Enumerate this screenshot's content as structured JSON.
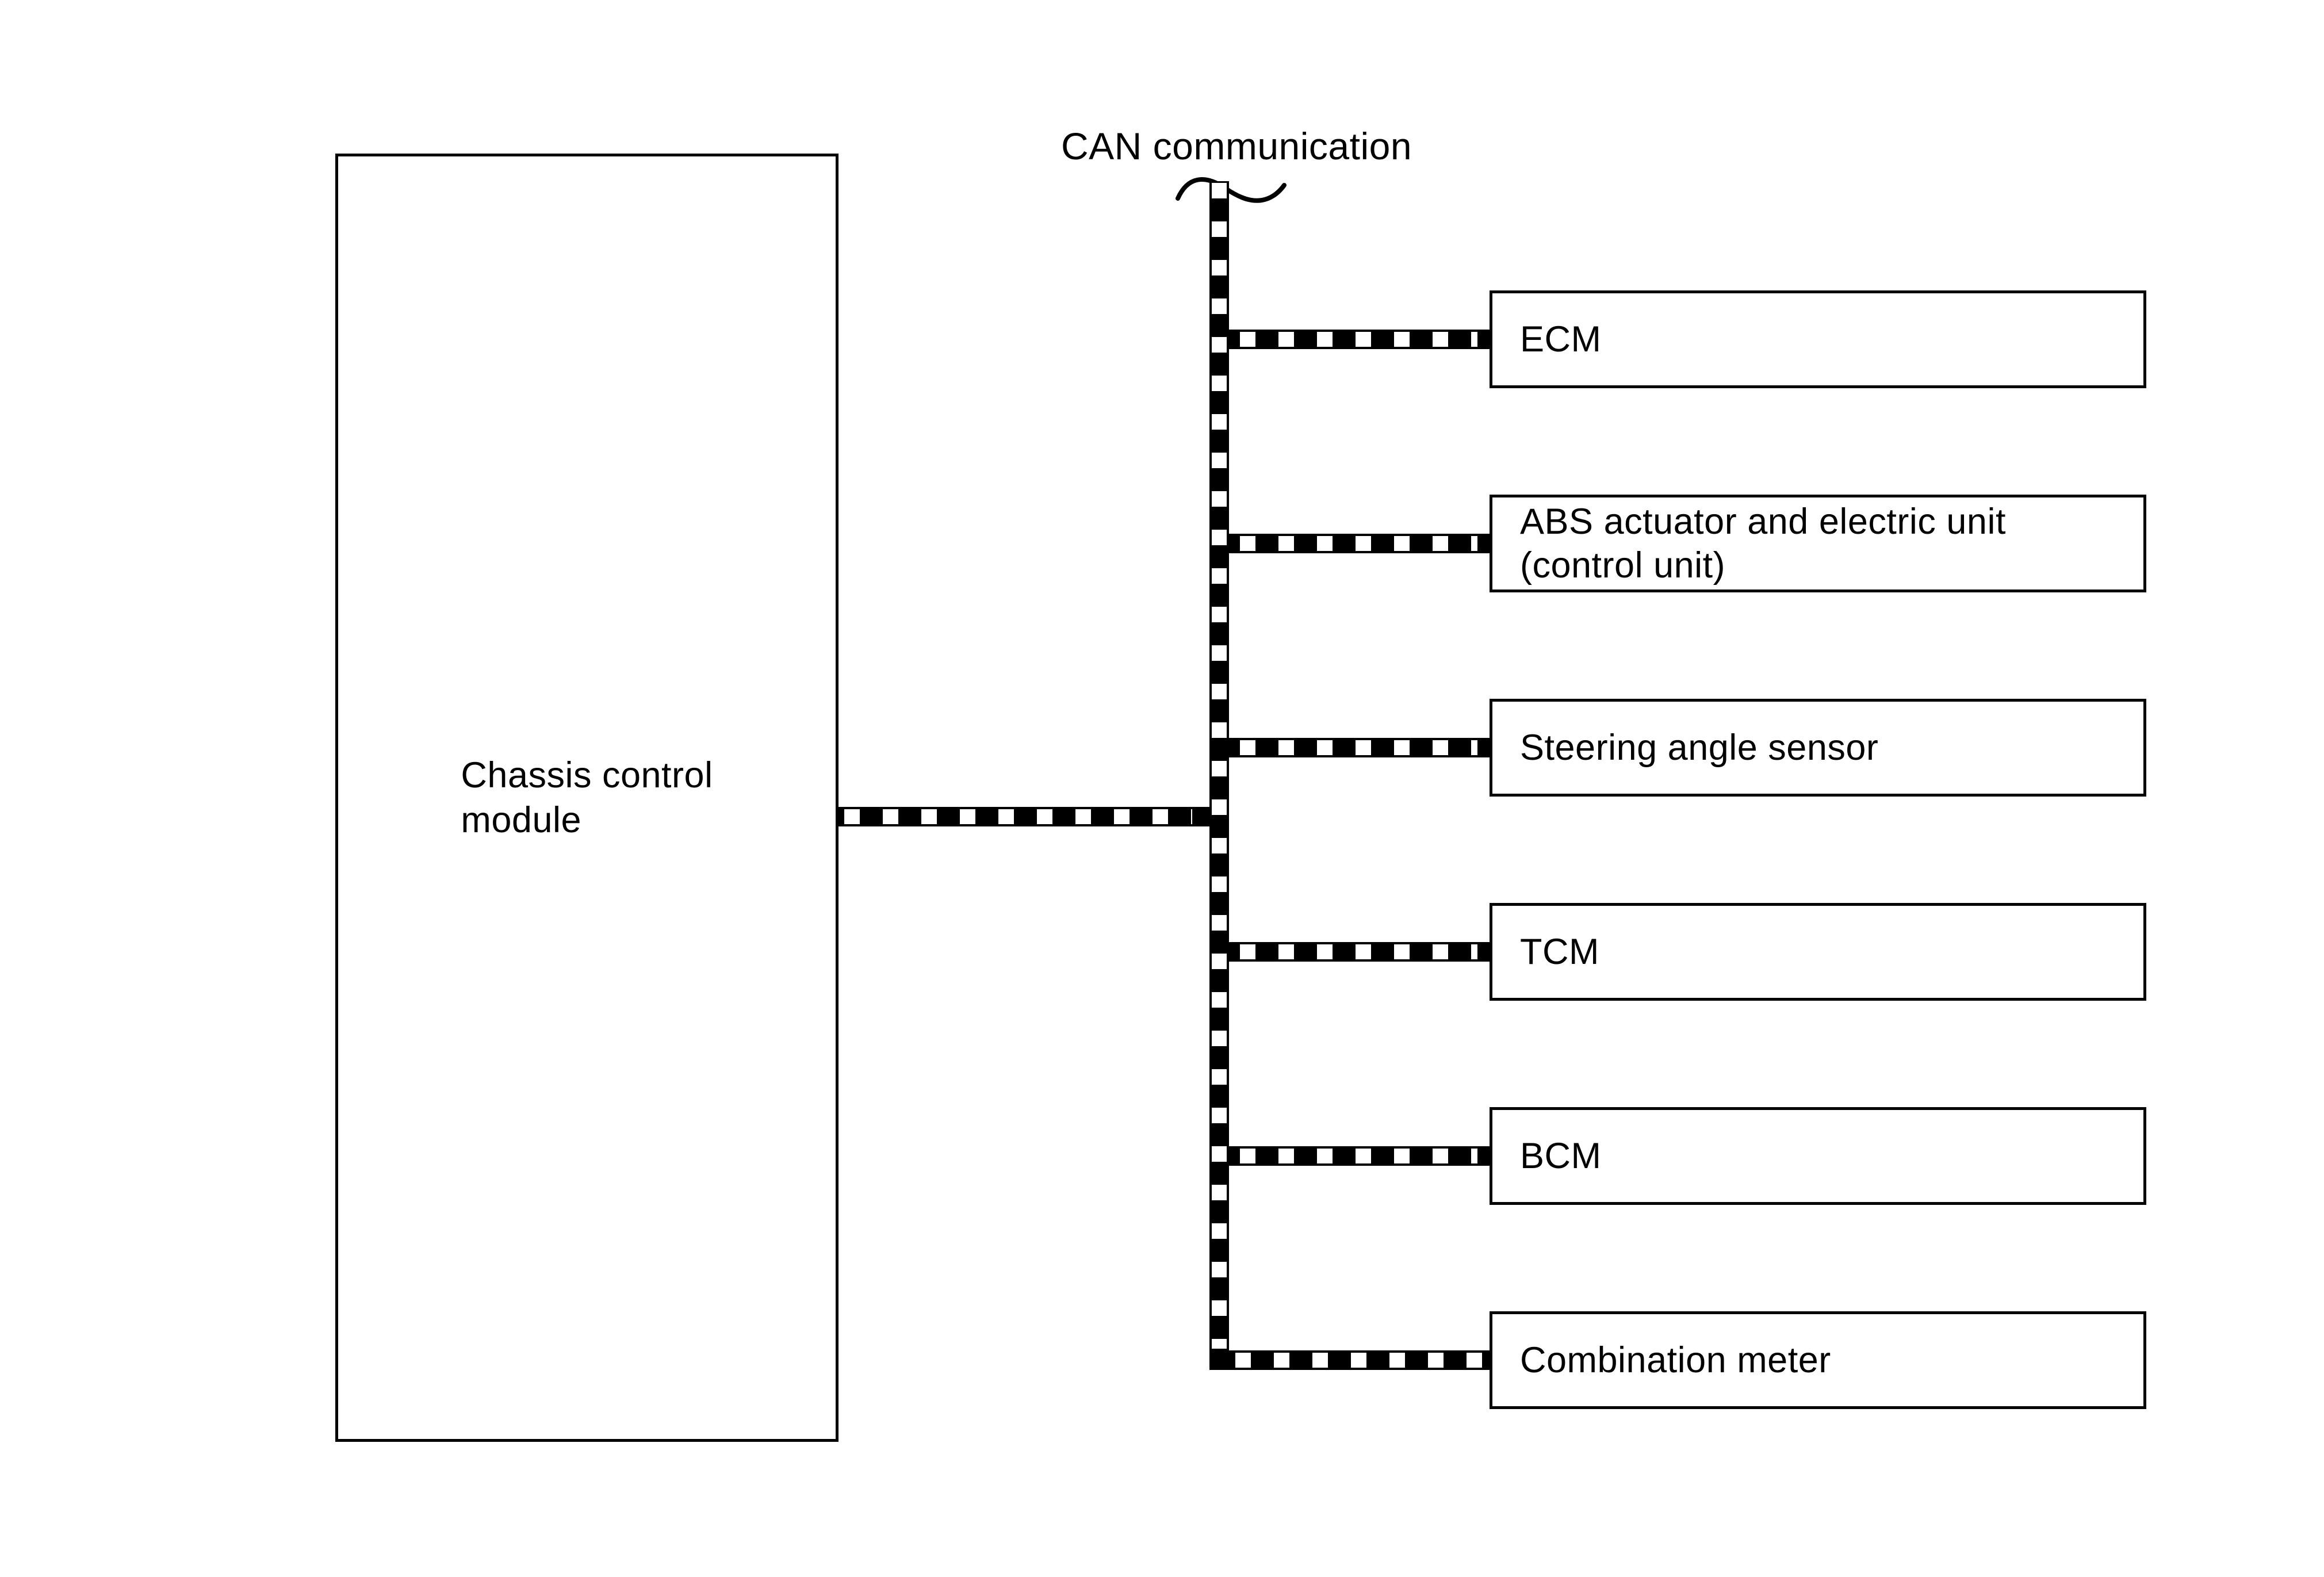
{
  "figure": {
    "background_color": "#ffffff",
    "ink_color": "#000000",
    "can_label": "CAN communication",
    "chassis_module": {
      "lines": [
        "Chassis control",
        "module"
      ]
    },
    "nodes": [
      {
        "id": "ecm",
        "lines": [
          "ECM",
          ""
        ]
      },
      {
        "id": "abs",
        "lines": [
          "ABS actuator and electric unit",
          "(control unit)"
        ]
      },
      {
        "id": "steering",
        "lines": [
          "Steering angle sensor",
          ""
        ]
      },
      {
        "id": "tcm",
        "lines": [
          "TCM",
          ""
        ]
      },
      {
        "id": "bcm",
        "lines": [
          "BCM",
          ""
        ]
      },
      {
        "id": "combination-meter",
        "lines": [
          "Combination meter",
          ""
        ]
      }
    ]
  }
}
